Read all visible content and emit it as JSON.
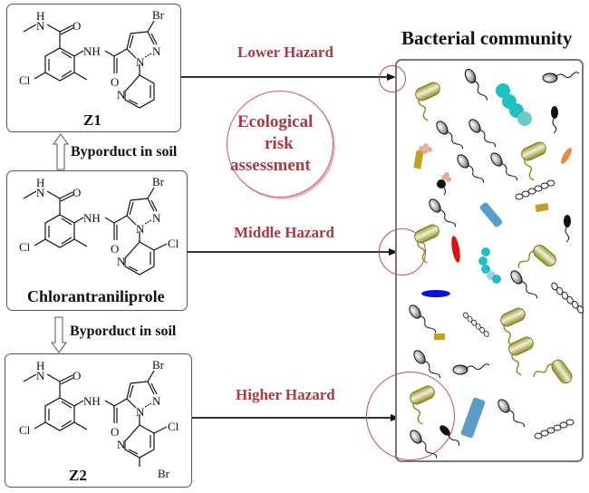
{
  "title": "Bacterial community",
  "compounds": {
    "z1": {
      "name": "Z1",
      "atoms": {
        "nh_h": "H",
        "nh_n": "N",
        "o1": "O",
        "nh": "NH",
        "o2": "O",
        "cl": "Cl",
        "br": "Br",
        "n1": "N",
        "n2": "N",
        "npy": "N"
      }
    },
    "parent": {
      "name": "Chlorantraniliprole",
      "atoms": {
        "nh_h": "H",
        "nh_n": "N",
        "o1": "O",
        "nh": "NH",
        "o2": "O",
        "cl": "Cl",
        "br": "Br",
        "n1": "N",
        "n2": "N",
        "npy": "N",
        "cl2": "Cl"
      }
    },
    "z2": {
      "name": "Z2",
      "atoms": {
        "nh_h": "H",
        "nh_n": "N",
        "o1": "O",
        "nh": "NH",
        "o2": "O",
        "cl": "Cl",
        "br": "Br",
        "n1": "N",
        "n2": "N",
        "npy": "N",
        "cl2": "Cl",
        "br2": "Br"
      }
    }
  },
  "transformations": {
    "to_z1": "Byporduct in soil",
    "to_z2": "Byporduct in soil"
  },
  "hazards": {
    "lower": "Lower Hazard",
    "middle": "Middle Hazard",
    "higher": "Higher Hazard"
  },
  "assessment": {
    "line1": "Ecological",
    "line2": "risk",
    "line3": "assessment"
  },
  "colors": {
    "hazard_text": "#a83a44",
    "ring": "#b45060",
    "bacillus": "#a9a83c",
    "coccus_chain": "#1fbfc4",
    "rod_blue": "#5b9dc9",
    "red_cell": "#e01010",
    "blue_cell": "#0a10e0",
    "orange_cell": "#e88a40",
    "gold_cell": "#c4a020"
  }
}
